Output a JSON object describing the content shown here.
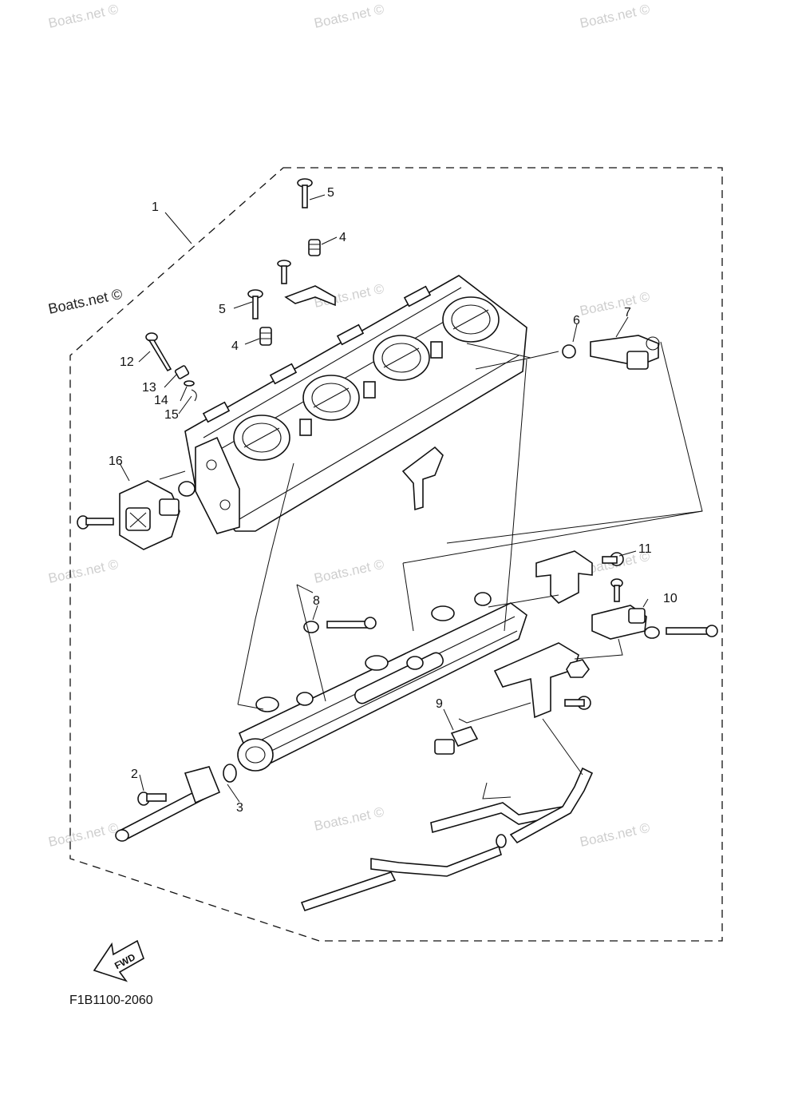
{
  "watermark": "Boats.net ©",
  "diagram_code": "F1B1100-2060",
  "fwd_label": "FWD",
  "callouts": {
    "c1": "1",
    "c2": "2",
    "c3": "3",
    "c4a": "4",
    "c4b": "4",
    "c5a": "5",
    "c5b": "5",
    "c6": "6",
    "c7": "7",
    "c8": "8",
    "c9": "9",
    "c10": "10",
    "c11": "11",
    "c12": "12",
    "c13": "13",
    "c14": "14",
    "c15": "15",
    "c16": "16"
  }
}
